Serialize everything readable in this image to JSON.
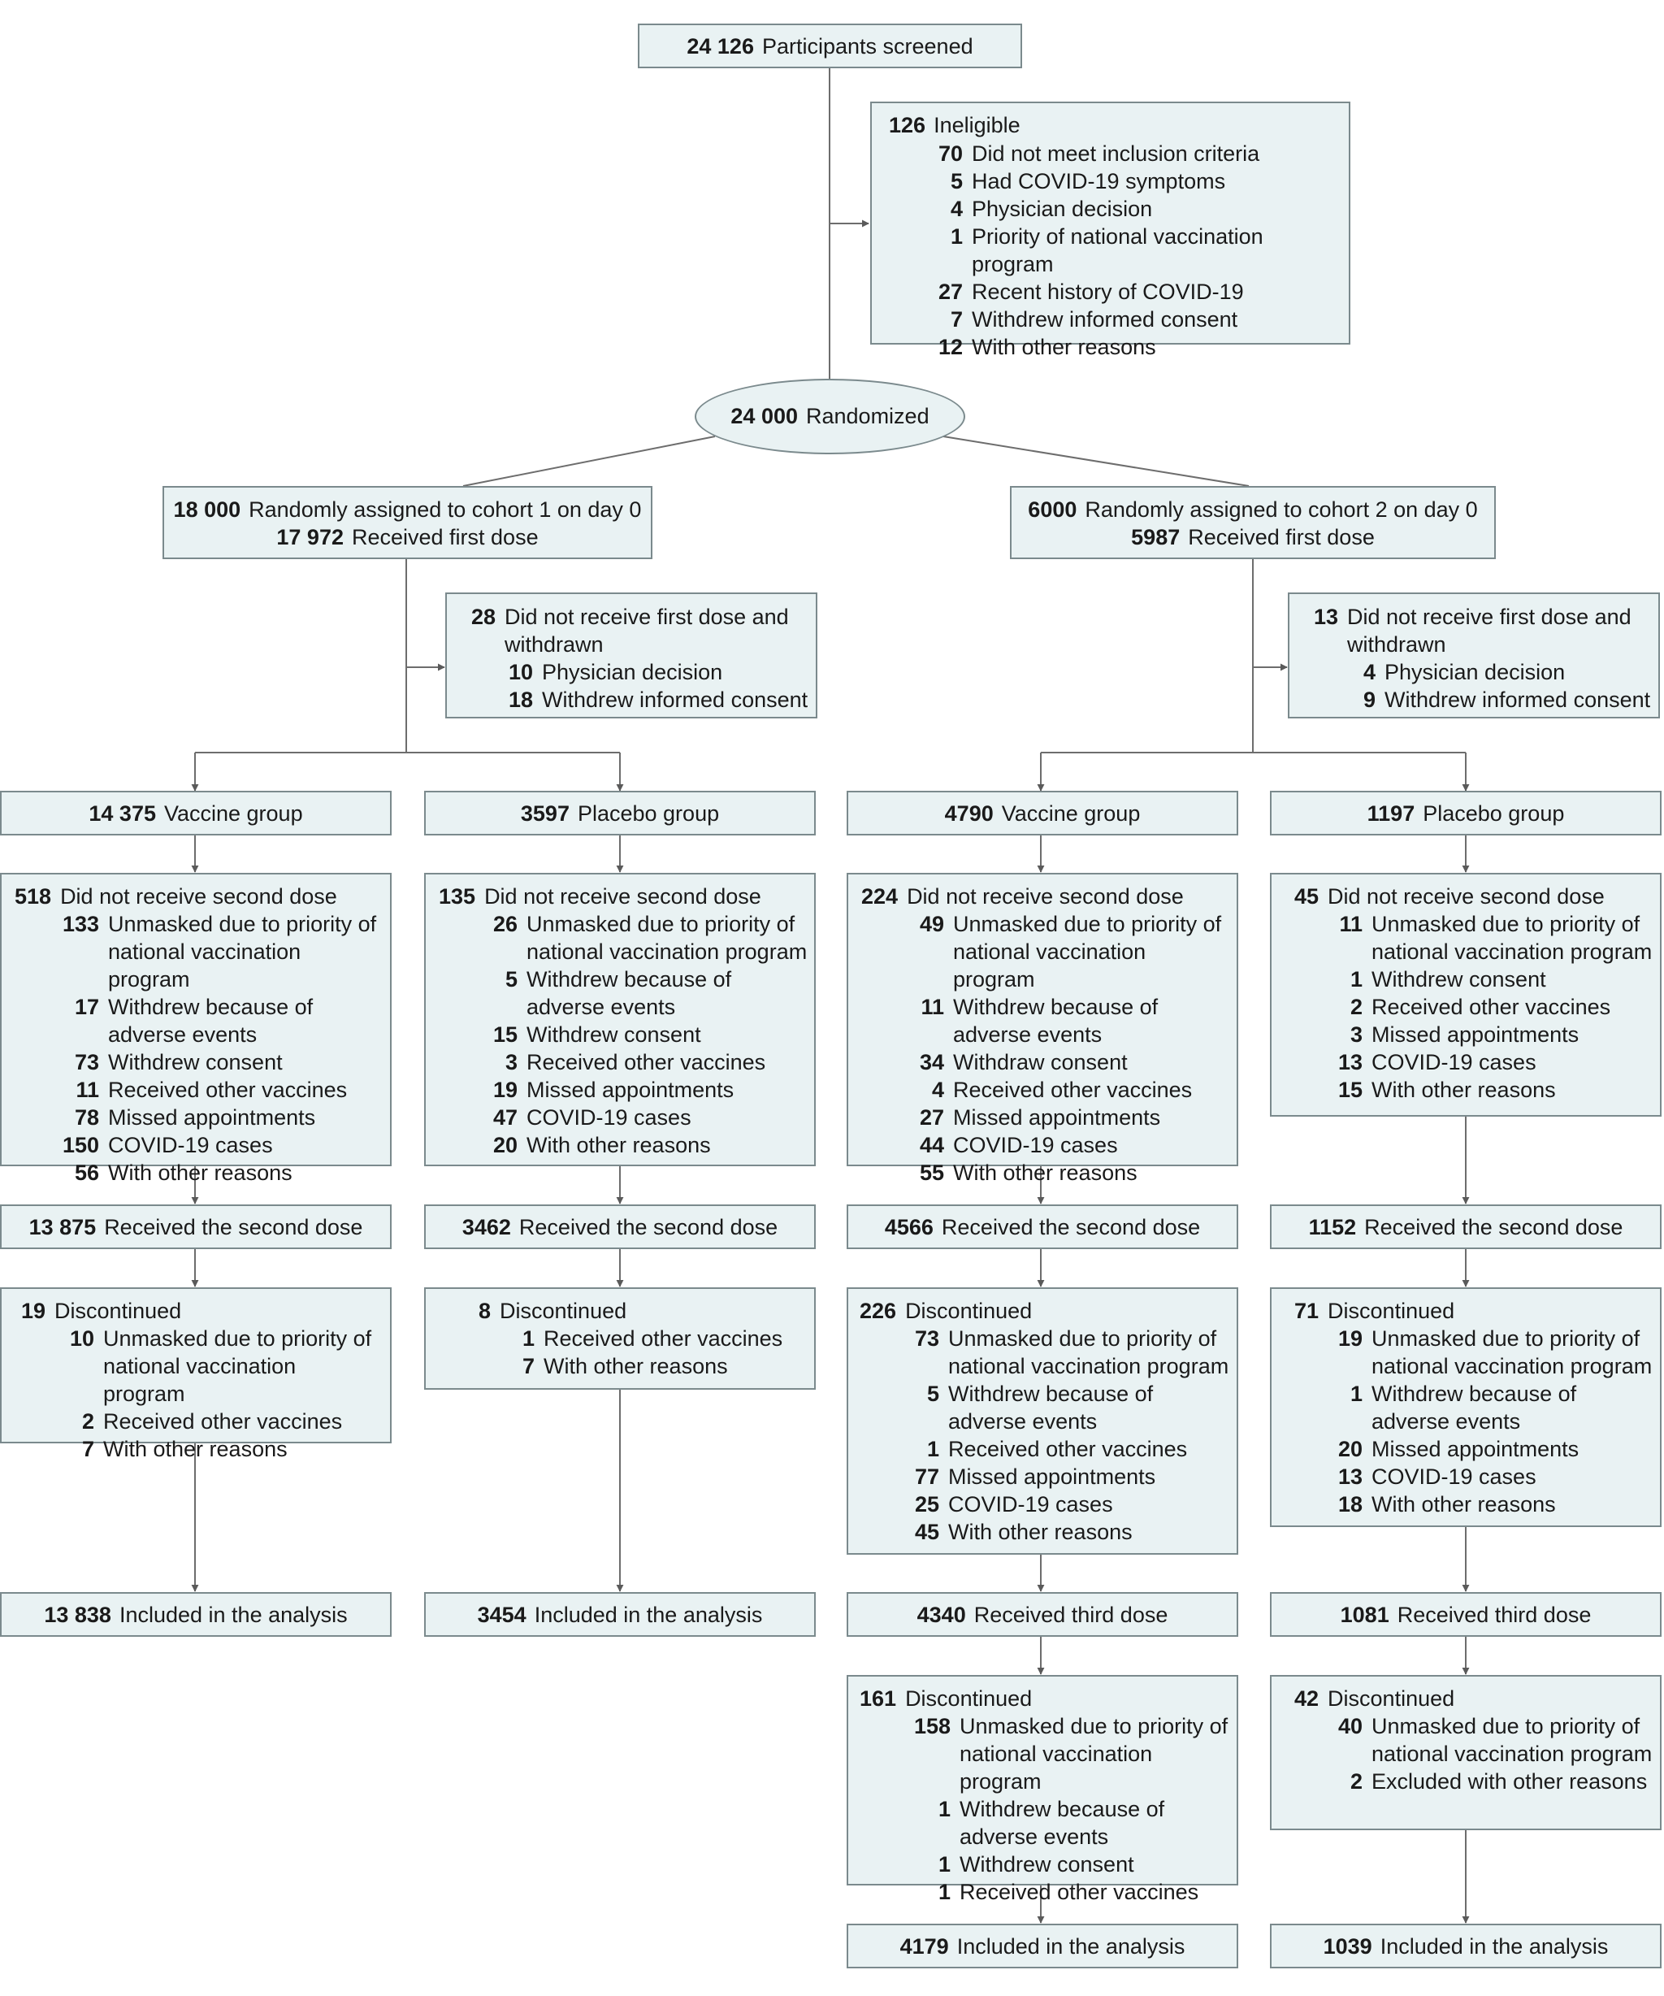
{
  "screened": {
    "n": "24 126",
    "label": "Participants screened"
  },
  "ineligible": {
    "n": "126",
    "label": "Ineligible",
    "items": [
      {
        "n": "70",
        "label": "Did not meet inclusion criteria"
      },
      {
        "n": "5",
        "label": "Had COVID-19 symptoms"
      },
      {
        "n": "4",
        "label": "Physician decision"
      },
      {
        "n": "1",
        "label": "Priority of national vaccination program"
      },
      {
        "n": "27",
        "label": "Recent history of COVID-19"
      },
      {
        "n": "7",
        "label": "Withdrew informed consent"
      },
      {
        "n": "12",
        "label": "With other reasons"
      }
    ]
  },
  "randomized": {
    "n": "24 000",
    "label": "Randomized"
  },
  "cohort1": {
    "assigned": {
      "n": "18 000",
      "label": "Randomly assigned to cohort 1 on day 0"
    },
    "first_dose": {
      "n": "17 972",
      "label": "Received first dose"
    },
    "excluded": {
      "n": "28",
      "label": "Did not receive first dose and withdrawn",
      "items": [
        {
          "n": "10",
          "label": "Physician decision"
        },
        {
          "n": "18",
          "label": "Withdrew informed consent"
        }
      ]
    },
    "vaccine": {
      "group": {
        "n": "14 375",
        "label": "Vaccine group"
      },
      "no_second": {
        "n": "518",
        "label": "Did not receive second dose",
        "items": [
          {
            "n": "133",
            "label": "Unmasked due to priority of national vaccination program"
          },
          {
            "n": "17",
            "label": "Withdrew because of adverse events"
          },
          {
            "n": "73",
            "label": "Withdrew consent"
          },
          {
            "n": "11",
            "label": "Received other vaccines"
          },
          {
            "n": "78",
            "label": "Missed appointments"
          },
          {
            "n": "150",
            "label": "COVID-19 cases"
          },
          {
            "n": "56",
            "label": "With other reasons"
          }
        ]
      },
      "second": {
        "n": "13 875",
        "label": "Received the second dose"
      },
      "discontinued": {
        "n": "19",
        "label": "Discontinued",
        "items": [
          {
            "n": "10",
            "label": "Unmasked due to priority of national vaccination program"
          },
          {
            "n": "2",
            "label": "Received other vaccines"
          },
          {
            "n": "7",
            "label": "With other reasons"
          }
        ]
      },
      "analysis": {
        "n": "13 838",
        "label": "Included in the analysis"
      }
    },
    "placebo": {
      "group": {
        "n": "3597",
        "label": "Placebo group"
      },
      "no_second": {
        "n": "135",
        "label": "Did not receive second dose",
        "items": [
          {
            "n": "26",
            "label": "Unmasked due to priority of national vaccination program"
          },
          {
            "n": "5",
            "label": "Withdrew because of adverse events"
          },
          {
            "n": "15",
            "label": "Withdrew consent"
          },
          {
            "n": "3",
            "label": "Received other vaccines"
          },
          {
            "n": "19",
            "label": "Missed appointments"
          },
          {
            "n": "47",
            "label": "COVID-19 cases"
          },
          {
            "n": "20",
            "label": "With other reasons"
          }
        ]
      },
      "second": {
        "n": "3462",
        "label": "Received the second dose"
      },
      "discontinued": {
        "n": "8",
        "label": "Discontinued",
        "items": [
          {
            "n": "1",
            "label": "Received other vaccines"
          },
          {
            "n": "7",
            "label": "With other reasons"
          }
        ]
      },
      "analysis": {
        "n": "3454",
        "label": "Included in the analysis"
      }
    }
  },
  "cohort2": {
    "assigned": {
      "n": "6000",
      "label": "Randomly assigned to cohort 2 on day 0"
    },
    "first_dose": {
      "n": "5987",
      "label": "Received first dose"
    },
    "excluded": {
      "n": "13",
      "label": "Did not receive first dose and withdrawn",
      "items": [
        {
          "n": "4",
          "label": "Physician decision"
        },
        {
          "n": "9",
          "label": "Withdrew informed consent"
        }
      ]
    },
    "vaccine": {
      "group": {
        "n": "4790",
        "label": "Vaccine group"
      },
      "no_second": {
        "n": "224",
        "label": "Did not receive second dose",
        "items": [
          {
            "n": "49",
            "label": "Unmasked due to priority of national vaccination program"
          },
          {
            "n": "11",
            "label": "Withdrew because of adverse events"
          },
          {
            "n": "34",
            "label": "Withdraw consent"
          },
          {
            "n": "4",
            "label": "Received other vaccines"
          },
          {
            "n": "27",
            "label": "Missed appointments"
          },
          {
            "n": "44",
            "label": "COVID-19 cases"
          },
          {
            "n": "55",
            "label": "With other reasons"
          }
        ]
      },
      "second": {
        "n": "4566",
        "label": "Received the second dose"
      },
      "discontinued": {
        "n": "226",
        "label": "Discontinued",
        "items": [
          {
            "n": "73",
            "label": "Unmasked due to priority of national vaccination program"
          },
          {
            "n": "5",
            "label": "Withdrew because of adverse events"
          },
          {
            "n": "1",
            "label": "Received other vaccines"
          },
          {
            "n": "77",
            "label": "Missed appointments"
          },
          {
            "n": "25",
            "label": "COVID-19 cases"
          },
          {
            "n": "45",
            "label": "With other reasons"
          }
        ]
      },
      "third": {
        "n": "4340",
        "label": "Received third dose"
      },
      "discontinued_third": {
        "n": "161",
        "label": "Discontinued",
        "items": [
          {
            "n": "158",
            "label": "Unmasked due to priority of national vaccination program"
          },
          {
            "n": "1",
            "label": "Withdrew because of adverse events"
          },
          {
            "n": "1",
            "label": "Withdrew consent"
          },
          {
            "n": "1",
            "label": "Received other vaccines"
          }
        ]
      },
      "analysis": {
        "n": "4179",
        "label": "Included in the analysis"
      }
    },
    "placebo": {
      "group": {
        "n": "1197",
        "label": "Placebo group"
      },
      "no_second": {
        "n": "45",
        "label": "Did not receive second dose",
        "items": [
          {
            "n": "11",
            "label": "Unmasked due to priority of national vaccination program"
          },
          {
            "n": "1",
            "label": "Withdrew consent"
          },
          {
            "n": "2",
            "label": "Received other vaccines"
          },
          {
            "n": "3",
            "label": "Missed appointments"
          },
          {
            "n": "13",
            "label": "COVID-19 cases"
          },
          {
            "n": "15",
            "label": "With other reasons"
          }
        ]
      },
      "second": {
        "n": "1152",
        "label": "Received the second dose"
      },
      "discontinued": {
        "n": "71",
        "label": "Discontinued",
        "items": [
          {
            "n": "19",
            "label": "Unmasked due to priority of national vaccination program"
          },
          {
            "n": "1",
            "label": "Withdrew because of adverse events"
          },
          {
            "n": "20",
            "label": "Missed appointments"
          },
          {
            "n": "13",
            "label": "COVID-19 cases"
          },
          {
            "n": "18",
            "label": "With other reasons"
          }
        ]
      },
      "third": {
        "n": "1081",
        "label": "Received third dose"
      },
      "discontinued_third": {
        "n": "42",
        "label": "Discontinued",
        "items": [
          {
            "n": "40",
            "label": "Unmasked due to priority of national vaccination program"
          },
          {
            "n": "2",
            "label": "Excluded with other reasons"
          }
        ]
      },
      "analysis": {
        "n": "1039",
        "label": "Included in the analysis"
      }
    }
  }
}
